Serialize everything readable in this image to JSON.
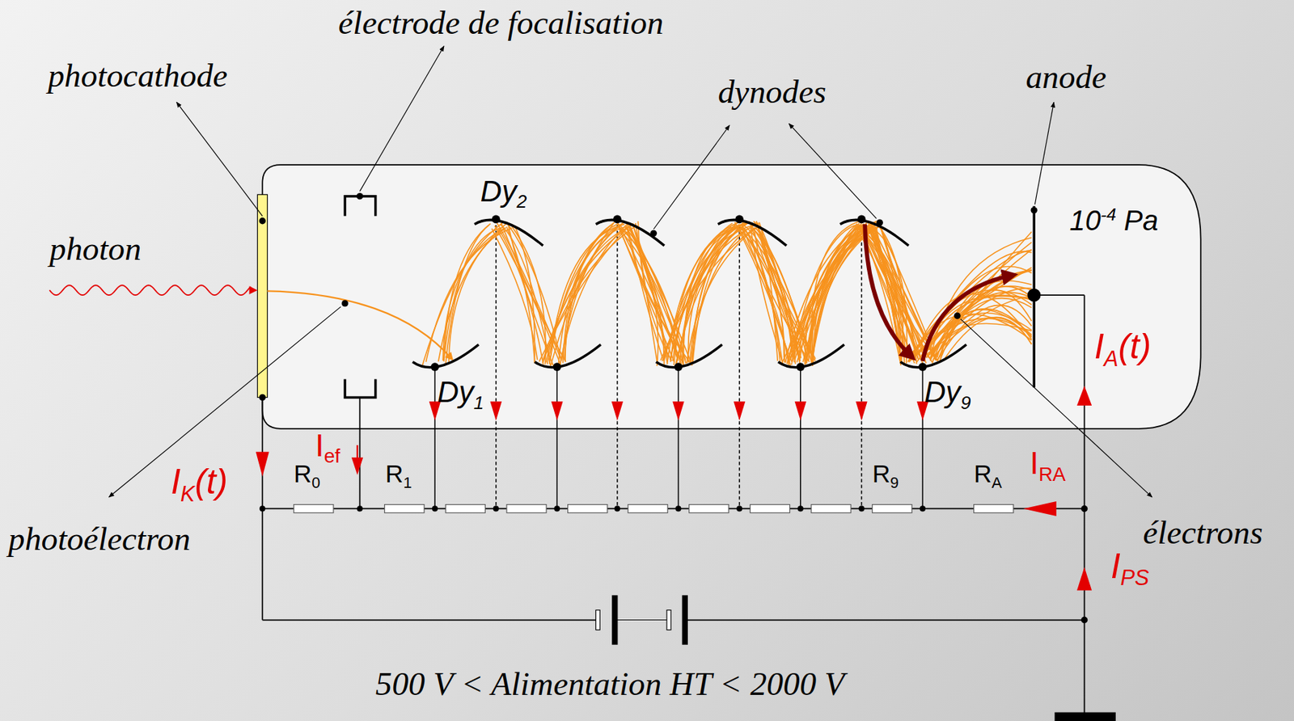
{
  "diagram": {
    "labels": [
      "électrode de focalisation",
      "photocathode",
      "dynodes",
      "anode",
      "Dy2",
      "10-4 Pa",
      "photon",
      "Dy1",
      "Dy9",
      "IA(t)",
      "Ief",
      "IK(t)",
      "R0",
      "R1",
      "R9",
      "RA",
      "IRA",
      "IPS",
      "photoélectron",
      "électrons",
      "500 V < Alimentation HT < 2000 V"
    ]
  }
}
